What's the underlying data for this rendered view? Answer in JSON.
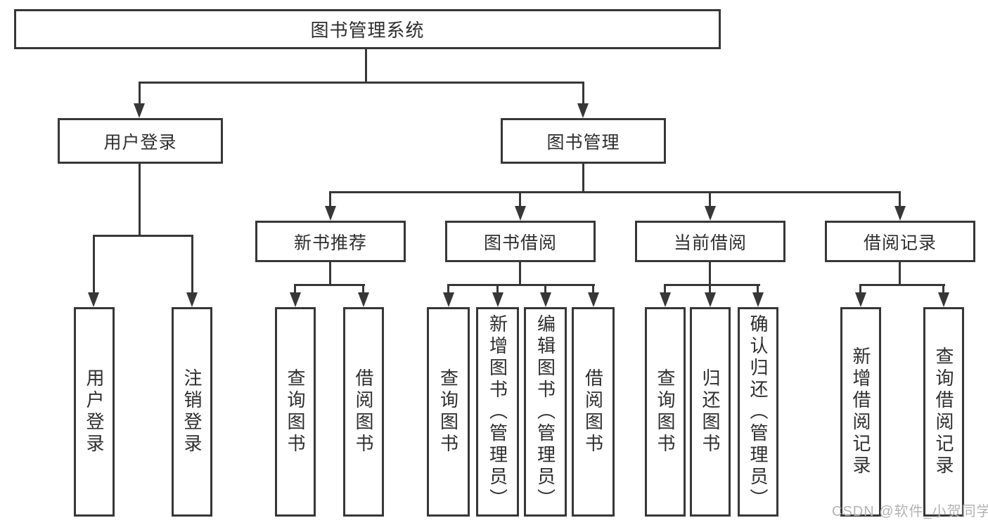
{
  "tree": {
    "root": {
      "label": "图书管理系统"
    },
    "user_login": {
      "label": "用户登录",
      "children": [
        "用户登录",
        "注销登录"
      ]
    },
    "book_management": {
      "label": "图书管理"
    },
    "new_book_recommend": {
      "label": "新书推荐",
      "children": [
        "查询图书",
        "借阅图书"
      ]
    },
    "book_borrow": {
      "label": "图书借阅",
      "children": [
        "查询图书",
        "新增图书（管理员）",
        "编辑图书（管理员）",
        "借阅图书"
      ]
    },
    "current_borrow": {
      "label": "当前借阅",
      "children": [
        "查询图书",
        "归还图书",
        "确认归还（管理员）"
      ]
    },
    "borrow_record": {
      "label": "借阅记录",
      "children": [
        "新增借阅记录",
        "查询借阅记录"
      ]
    }
  },
  "watermark": {
    "text": "CSDN @软件_小贺同学",
    "color": "#b2b2b2"
  },
  "colors": {
    "line": "#373737",
    "box_border": "#373737",
    "text": "#2e2e2e",
    "background": "#ffffff"
  }
}
